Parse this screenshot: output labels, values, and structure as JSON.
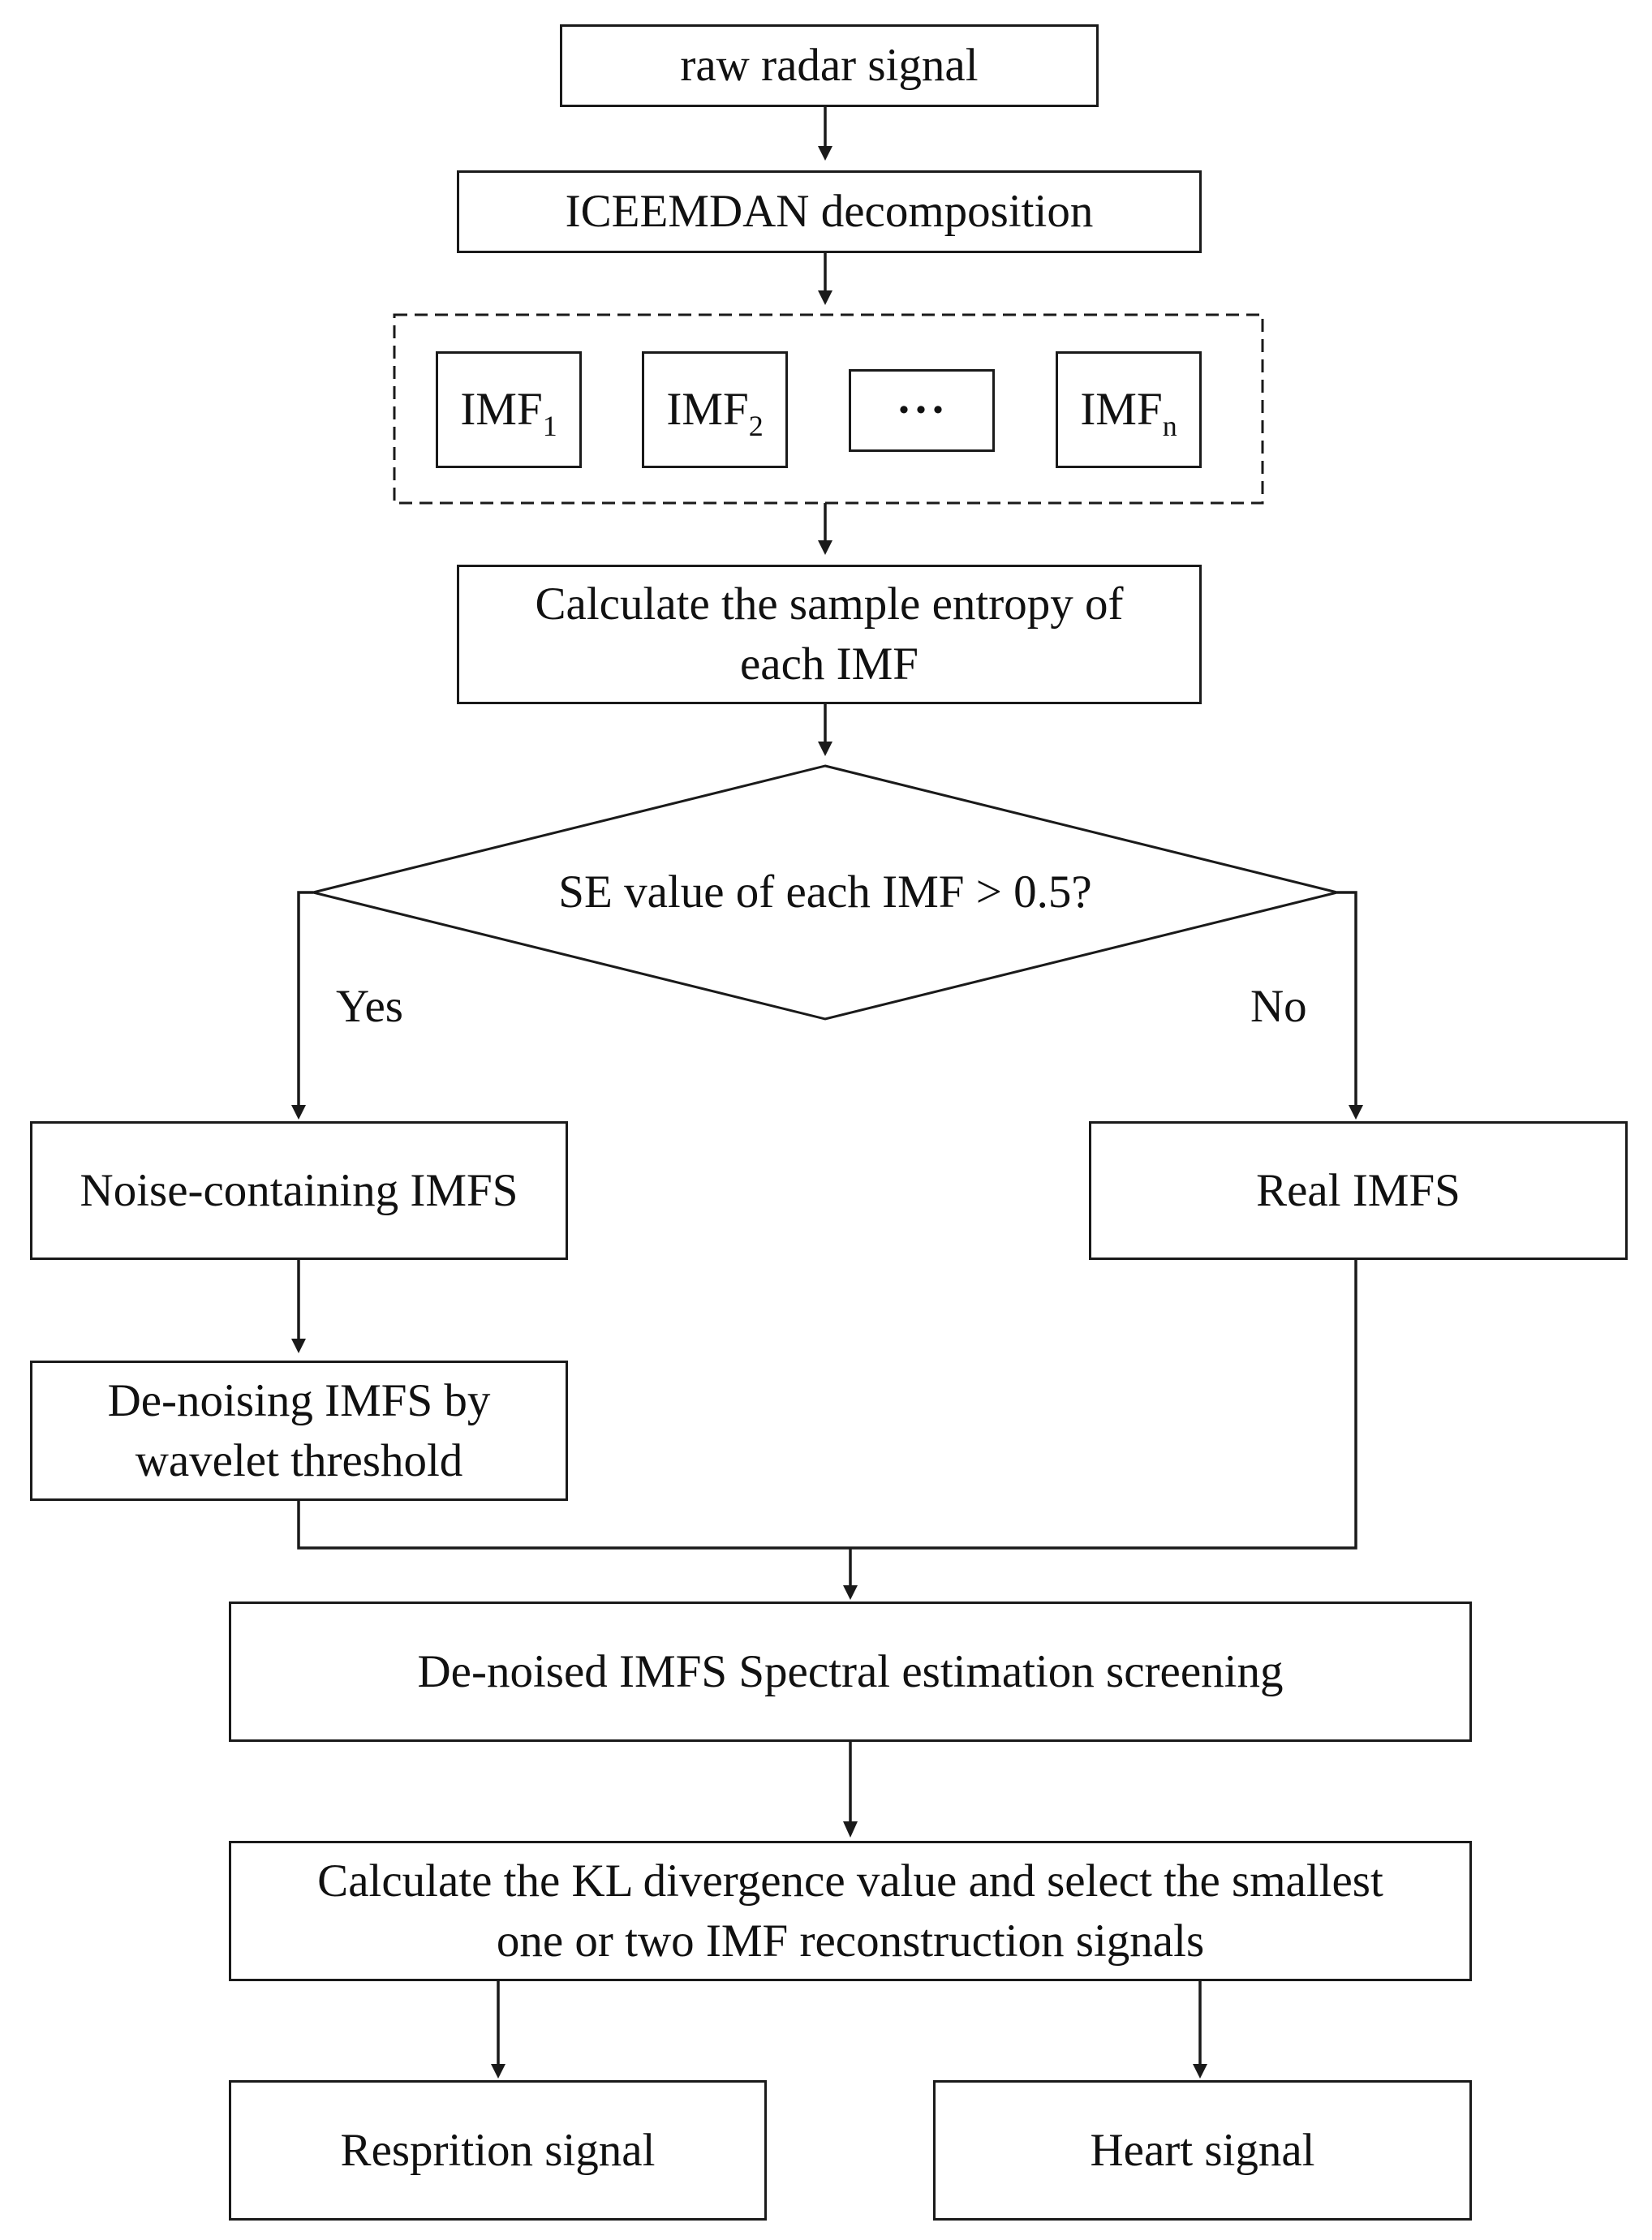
{
  "flowchart": {
    "raw_signal": "raw radar signal",
    "decomposition": "ICEEMDAN decomposition",
    "imfs": {
      "imf1": {
        "base": "IMF",
        "sub": "1"
      },
      "imf2": {
        "base": "IMF",
        "sub": "2"
      },
      "ellipsis": "···",
      "imfn": {
        "base": "IMF",
        "sub": "n"
      }
    },
    "sample_entropy": {
      "line1": "Calculate the sample entropy of",
      "line2": "each IMF"
    },
    "decision": "SE value of each IMF > 0.5?",
    "yes_label": "Yes",
    "no_label": "No",
    "noise_imfs": "Noise-containing IMFS",
    "real_imfs": "Real IMFS",
    "denoising": {
      "line1": "De-noising IMFS by",
      "line2": "wavelet threshold"
    },
    "spectral": "De-noised IMFS Spectral estimation screening",
    "kl": {
      "line1": "Calculate the KL divergence value and select the smallest",
      "line2": "one or two IMF reconstruction signals"
    },
    "respiration": "Resprition signal",
    "heart": "Heart signal"
  }
}
